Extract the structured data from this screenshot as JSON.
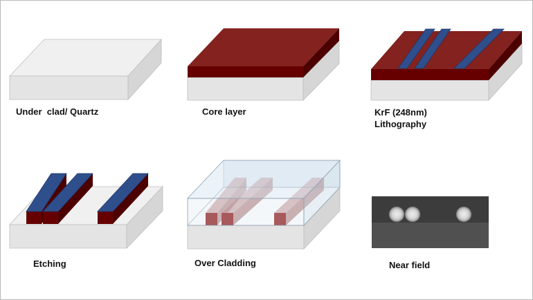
{
  "steps": [
    {
      "id": "under-clad",
      "label": "Under  clad/ Quartz"
    },
    {
      "id": "core-layer",
      "label": "Core layer"
    },
    {
      "id": "lithography",
      "label": "KrF (248nm)",
      "label2": "Lithography"
    },
    {
      "id": "etching",
      "label": "Etching"
    },
    {
      "id": "over-cladding",
      "label": "Over Cladding"
    },
    {
      "id": "near-field",
      "label": "Near field"
    }
  ],
  "colors": {
    "substrate_top": "#f0f0f0",
    "substrate_front": "#e4e4e4",
    "substrate_side": "#d6d6d6",
    "core_top": "#83221e",
    "core_front": "#660000",
    "core_side": "#4d0000",
    "resist_top": "#2f4f8c",
    "resist_edge": "#1f3566",
    "cladding": "#dde9f2",
    "cladding_line": "#8aa0b0",
    "nearfield_bg_top": "#3c3c3c",
    "nearfield_bg_bottom": "#505050",
    "spot": "#d9d9d9"
  }
}
